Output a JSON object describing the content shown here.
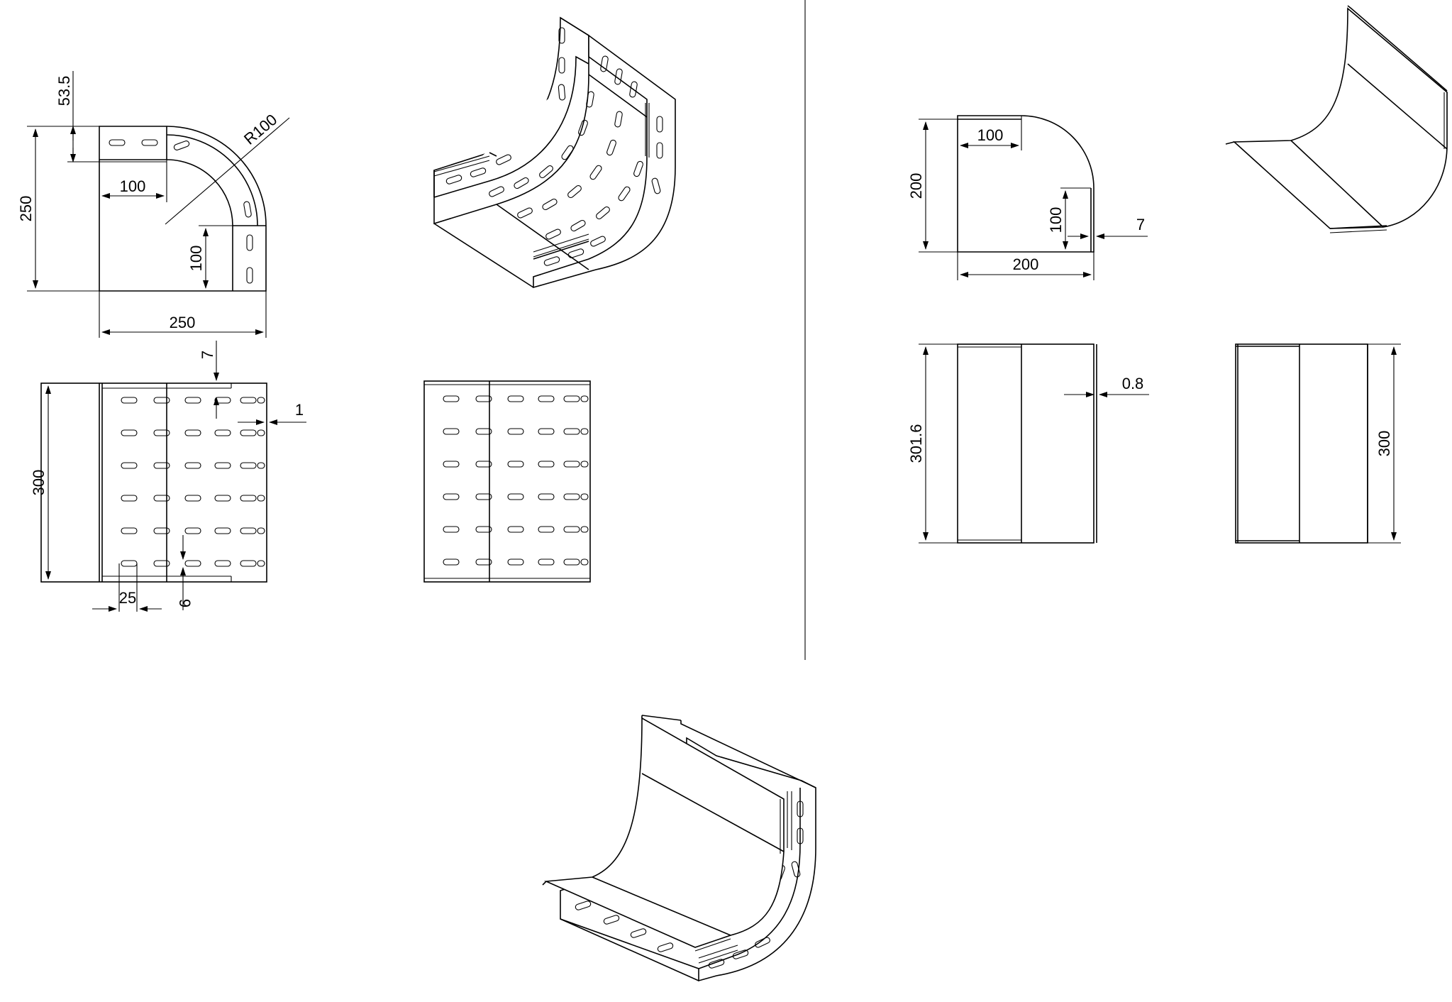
{
  "colors": {
    "line": "#000000",
    "background": "#ffffff"
  },
  "tray": {
    "dims": {
      "d_53_5": "53.5",
      "d_r100": "R100",
      "d_250_v": "250",
      "d_100_top": "100",
      "d_100_side": "100",
      "d_250_h": "250",
      "d_7": "7",
      "d_1": "1",
      "d_300": "300",
      "d_25": "25",
      "d_9": "9"
    }
  },
  "cover": {
    "dims": {
      "d_100_top": "100",
      "d_200_v": "200",
      "d_100_side": "100",
      "d_7": "7",
      "d_200_h": "200",
      "d_0_8": "0.8",
      "d_301_6": "301.6",
      "d_300": "300"
    }
  }
}
